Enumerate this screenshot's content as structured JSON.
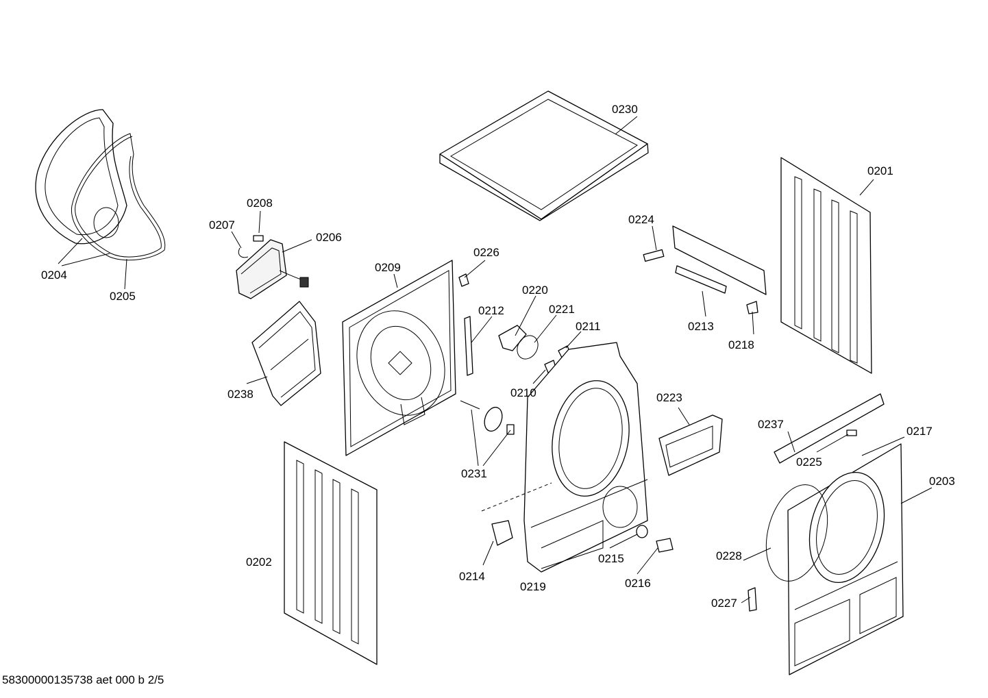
{
  "footer": "58300000135738 aet 000 b 2/5",
  "labels": {
    "p0201": "0201",
    "p0202": "0202",
    "p0203": "0203",
    "p0204": "0204",
    "p0205": "0205",
    "p0206": "0206",
    "p0207": "0207",
    "p0208": "0208",
    "p0209": "0209",
    "p0210": "0210",
    "p0211": "0211",
    "p0212": "0212",
    "p0213": "0213",
    "p0214": "0214",
    "p0215": "0215",
    "p0216": "0216",
    "p0217": "0217",
    "p0218": "0218",
    "p0219": "0219",
    "p0220": "0220",
    "p0221": "0221",
    "p0223": "0223",
    "p0224": "0224",
    "p0225": "0225",
    "p0226": "0226",
    "p0227": "0227",
    "p0228": "0228",
    "p0230": "0230",
    "p0231": "0231",
    "p0237": "0237",
    "p0238": "0238"
  }
}
